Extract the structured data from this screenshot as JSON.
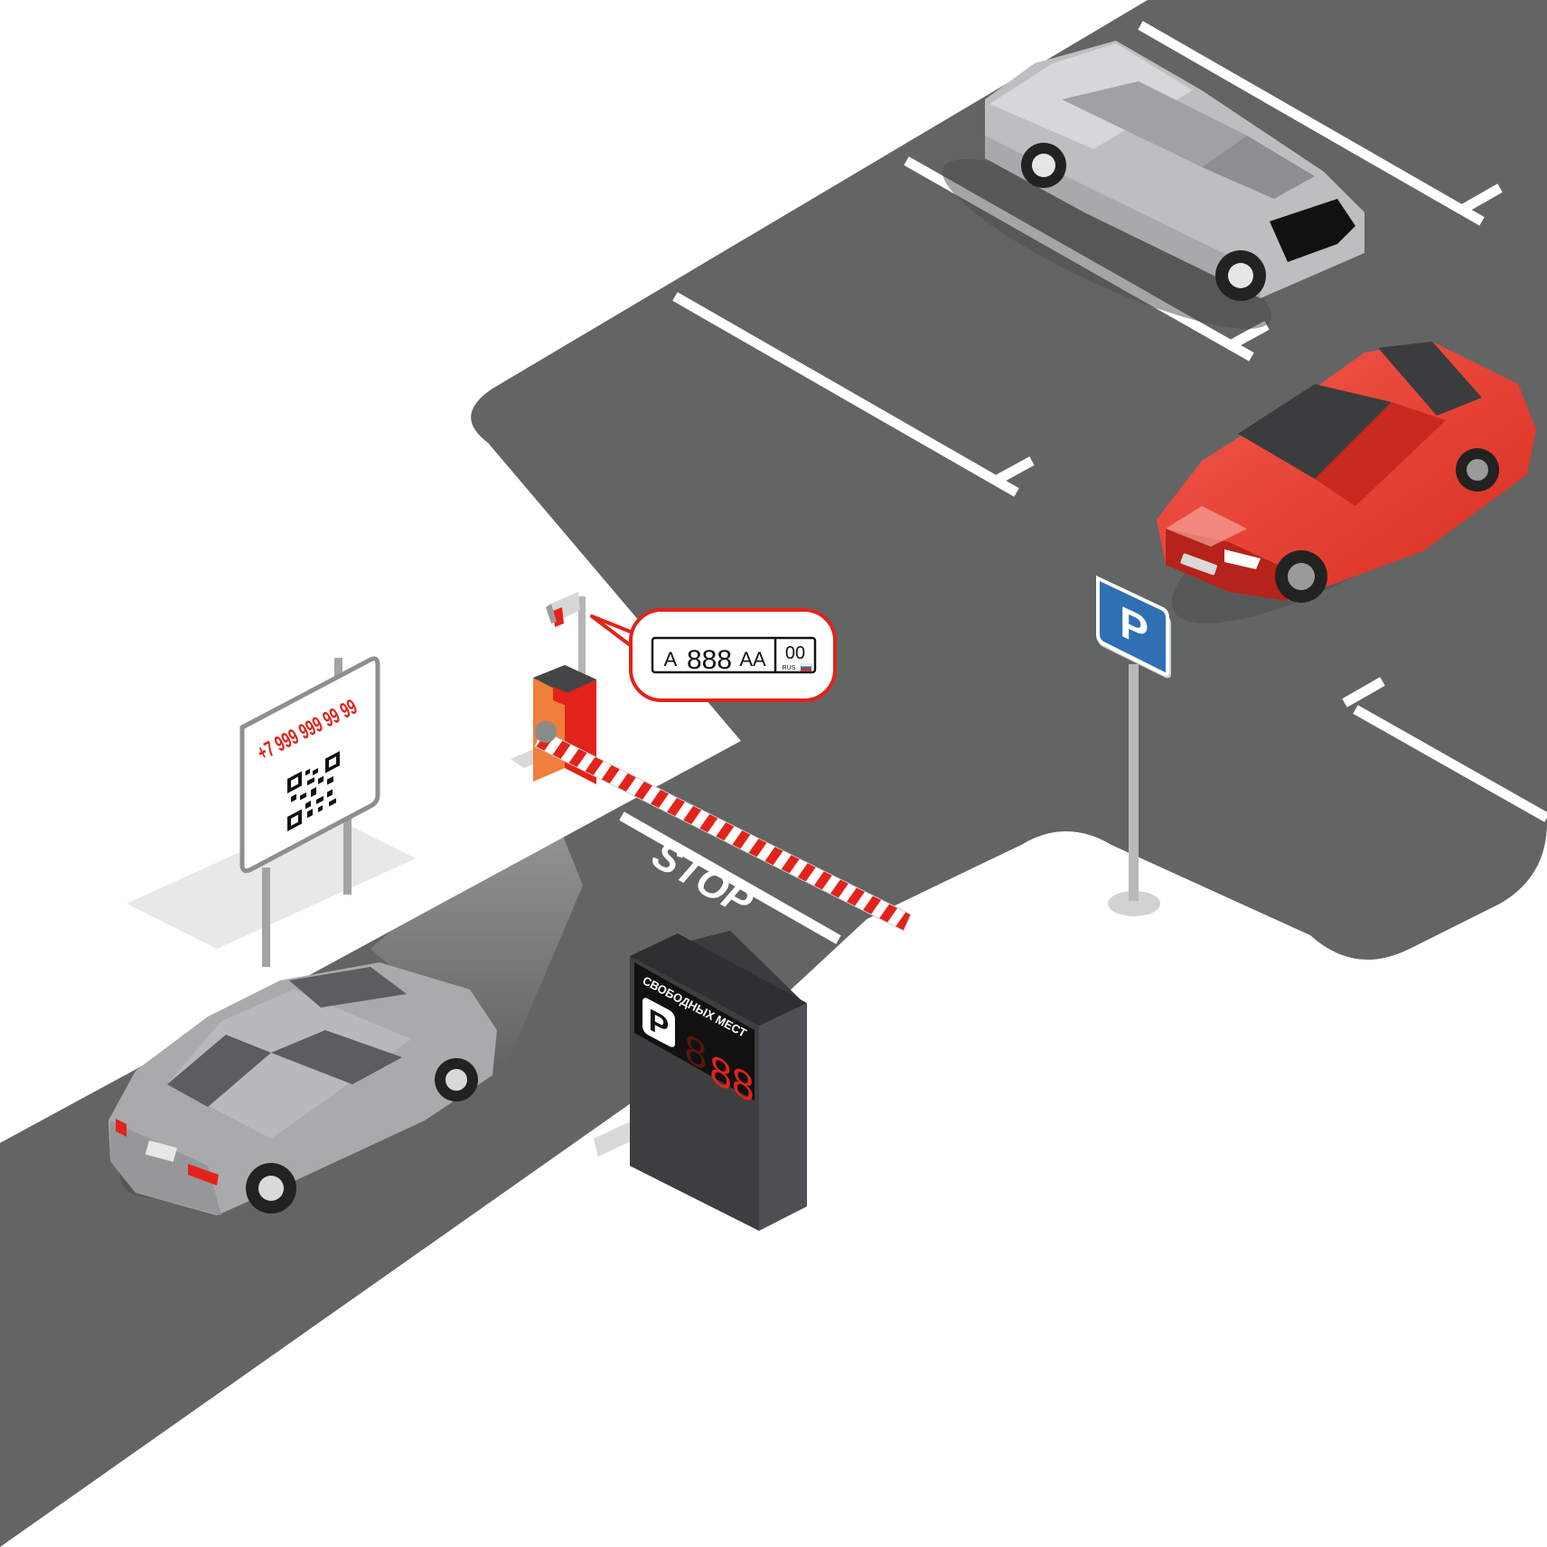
{
  "billboard": {
    "phone": "+7 999 999 99 99"
  },
  "plate": {
    "series_letter": "A",
    "digits": "888",
    "series_suffix": "AA",
    "region": "00",
    "country": "RUS"
  },
  "road_marking": {
    "stop": "STOP"
  },
  "parking_sign": {
    "letter": "P"
  },
  "display_board": {
    "caption": "СВОБОДНЫХ МЕСТ",
    "p_letter": "P",
    "digits_dim": "8",
    "digits_lit": "88"
  },
  "colors": {
    "asphalt": "#636464",
    "marking": "#ffffff",
    "accent_red": "#e2231a",
    "sign_blue": "#2f6fb4",
    "car_red": "#e83c2f",
    "car_silver": "#a9aaac",
    "board_dark": "#3b3c3e"
  }
}
